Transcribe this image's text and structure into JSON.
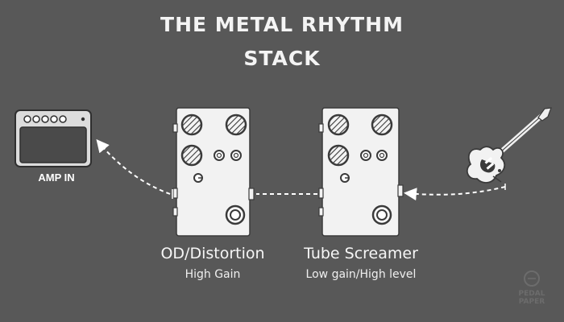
{
  "title": {
    "line1": "THE METAL RHYTHM",
    "line2": "STACK"
  },
  "amp": {
    "label": "AMP IN"
  },
  "pedals": [
    {
      "name": "OD/Distortion",
      "subtitle": "High Gain"
    },
    {
      "name": "Tube Screamer",
      "subtitle": "Low gain/High level"
    }
  ],
  "watermark": {
    "line1": "PEDAL",
    "line2": "PAPER"
  },
  "colors": {
    "background": "#585858",
    "pedal_fill": "#f2f2f2",
    "outline": "#3a3a3a",
    "arrow": "#ffffff"
  },
  "icons": [
    "amp-icon",
    "pedal-icon",
    "guitar-icon",
    "arrow-icon"
  ]
}
